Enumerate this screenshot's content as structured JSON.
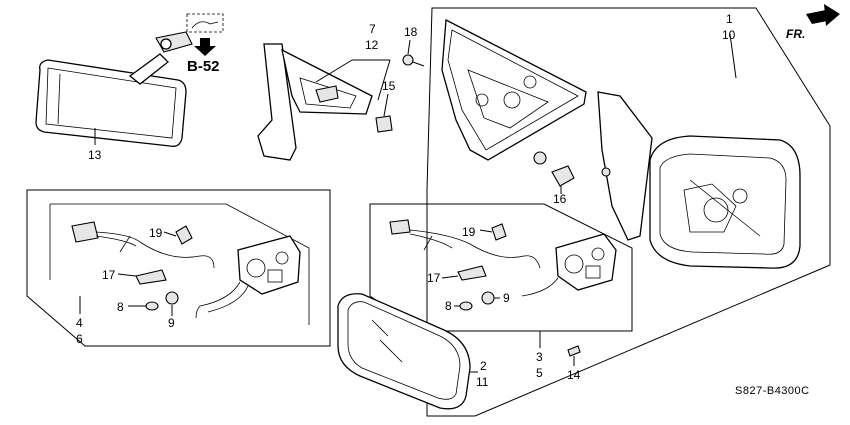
{
  "diagram": {
    "direction_label": "FR.",
    "reference_label": "B-52",
    "diagram_code": "S827-B4300C",
    "callouts": {
      "c1": "1",
      "c10": "10",
      "c7": "7",
      "c12": "12",
      "c18": "18",
      "c15": "15",
      "c13": "13",
      "c16": "16",
      "c19a": "19",
      "c17a": "17",
      "c8a": "8",
      "c9a": "9",
      "c4": "4",
      "c6": "6",
      "c19b": "19",
      "c17b": "17",
      "c8b": "8",
      "c9b": "9",
      "c3": "3",
      "c5": "5",
      "c2": "2",
      "c11": "11",
      "c14": "14"
    }
  }
}
